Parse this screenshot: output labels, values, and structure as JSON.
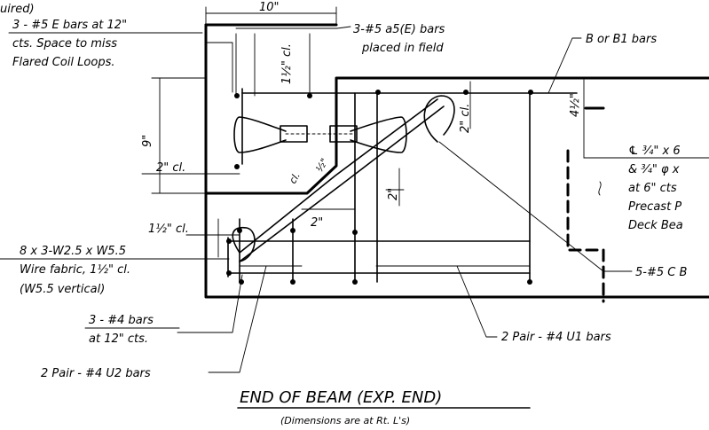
{
  "title": "END OF BEAM (EXP. END)",
  "subtitle": "(Dimensions are at Rt. L's)",
  "labels": {
    "top_partial": "uired)",
    "dim_10": "10\"",
    "e_bars_line1": "3 - #5 E bars at 12\"",
    "e_bars_line2": "cts. Space to miss",
    "e_bars_line3": "Flared Coil Loops.",
    "a5_line1": "3-#5 a5(E) bars",
    "a5_line2": "placed in field",
    "b_bars": "B or B1 bars",
    "dim_1half_cl": "1½\" cl.",
    "dim_9": "9\"",
    "dim_2cl_left": "2\" cl.",
    "dim_2cl_mid": "2\" cl.",
    "dim_4half": "4½\"",
    "dim_2_mid": "2\"",
    "dim_2_low": "2\"",
    "dim_half": "½\"",
    "dim_cl_diag": "cl.",
    "dim_1half_cl_left": "1½\" cl.",
    "right_line1": "℄ ¾\" x 6",
    "right_line2": "& ¾\" φ x",
    "right_line3": "at 6\" cts",
    "right_line4": "Precast P",
    "right_line5": "Deck Bea",
    "wire_line1": "8 x 3-W2.5 x W5.5",
    "wire_line2": "Wire fabric, 1½\" cl.",
    "wire_line3": "(W5.5 vertical)",
    "c_bars": "5-#5 C B",
    "u4_line1": "3 - #4 bars",
    "u4_line2": "at 12\" cts.",
    "u1_bars": "2 Pair - #4 U1 bars",
    "u2_bars": "2 Pair - #4 U2 bars"
  }
}
